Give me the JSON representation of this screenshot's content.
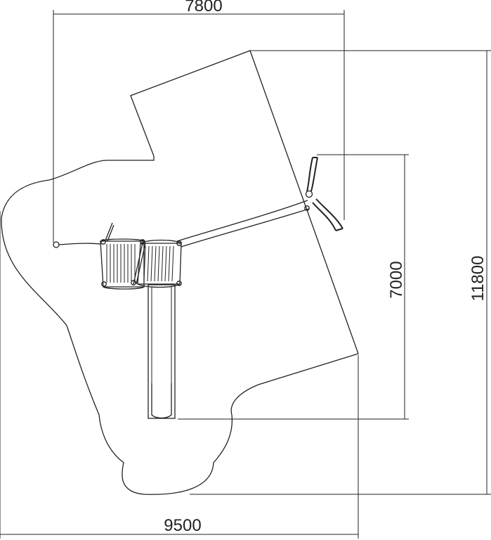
{
  "dimensions": {
    "top_width": "7800",
    "bottom_width": "9500",
    "right_height_inner": "7000",
    "right_height_outer": "11800"
  }
}
